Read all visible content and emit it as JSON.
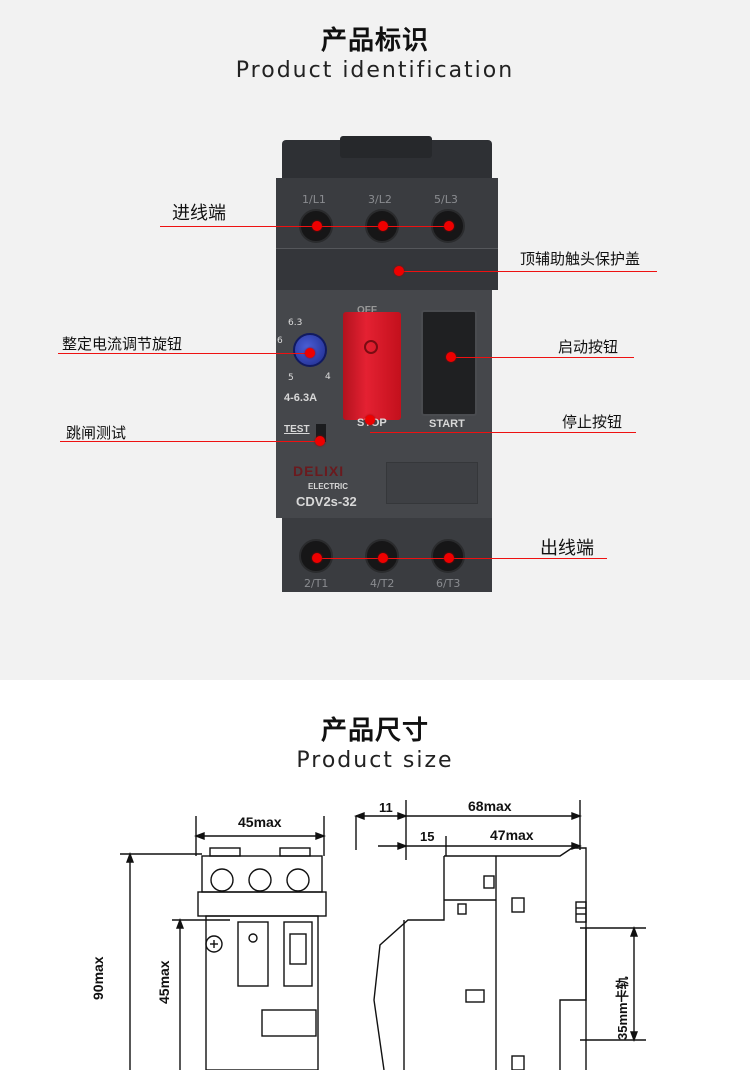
{
  "identification": {
    "title_cn": "产品标识",
    "title_en": "Product identification",
    "labels": {
      "incoming": "进线端",
      "top_cover": "顶辅助触头保护盖",
      "adjust_knob": "整定电流调节旋钮",
      "start_button": "启动按钮",
      "trip_test": "跳闸测试",
      "stop_button": "停止按钮",
      "outgoing": "出线端"
    }
  },
  "device": {
    "top_terminals": [
      "1/L1",
      "3/L2",
      "5/L3"
    ],
    "bottom_terminals": [
      "2/T1",
      "4/T2",
      "6/T3"
    ],
    "dial_marks": [
      "6.3",
      "6",
      "5",
      "4"
    ],
    "current_range": "4-6.3A",
    "test_label": "TEST",
    "off_label": "OFF",
    "stop_label": "STOP",
    "start_label": "START",
    "brand": "DELIXI",
    "brand_sub": "ELECTRIC",
    "model": "CDV2s-32"
  },
  "size": {
    "title_cn": "产品尺寸",
    "title_en": "Product size",
    "front": {
      "width": "45max",
      "height": "90max",
      "mid_height": "45max"
    },
    "side": {
      "total_depth": "68max",
      "offset": "11",
      "inner_offset": "15",
      "depth": "47max",
      "rail": "35mm卡轨"
    }
  },
  "colors": {
    "accent": "#e00000",
    "device_body": "#3a3c40",
    "stop_button": "#e42132",
    "knob": "#2a3aa8"
  }
}
